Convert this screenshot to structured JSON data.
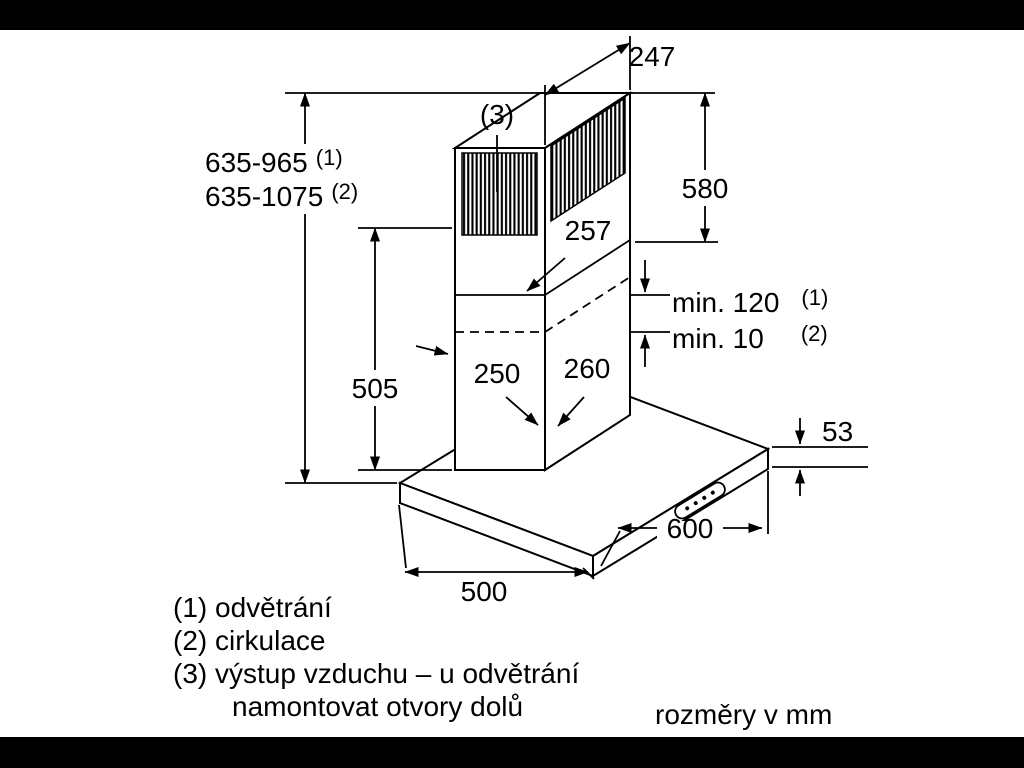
{
  "colors": {
    "background": "#ffffff",
    "letterbox": "#000000",
    "line": "#000000"
  },
  "dims": {
    "d247": "247",
    "height1": "635-965",
    "height2": "635-1075",
    "ref1": "(1)",
    "ref2": "(2)",
    "ref3": "(3)",
    "d580": "580",
    "d257": "257",
    "min1": "min. 120",
    "min2": "min. 10",
    "d505": "505",
    "d250": "250",
    "d260": "260",
    "d53": "53",
    "d500": "500",
    "d600": "600"
  },
  "legend": {
    "item1": "(1) odvětrání",
    "item2": "(2) cirkulace",
    "item3": "(3) výstup vzduchu – u odvětrání",
    "item3b": "namontovat otvory dolů",
    "units_note": "rozměry v mm"
  }
}
